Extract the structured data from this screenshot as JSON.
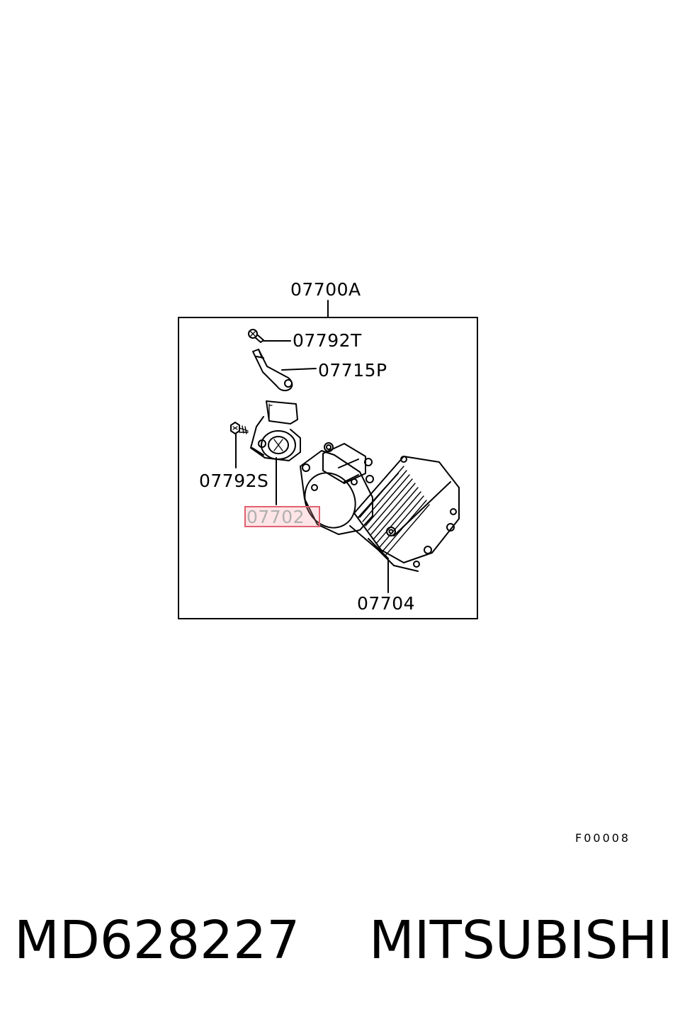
{
  "callouts": {
    "assembly": "07700A",
    "screw_top": "07792T",
    "lever": "07715P",
    "screw_side": "07792S",
    "sensor": "07702",
    "throttle_body": "07704"
  },
  "highlight_color": "#e06070",
  "figure_code": "F00008",
  "footer": {
    "part_number": "MD628227",
    "brand": "MITSUBISHI"
  }
}
